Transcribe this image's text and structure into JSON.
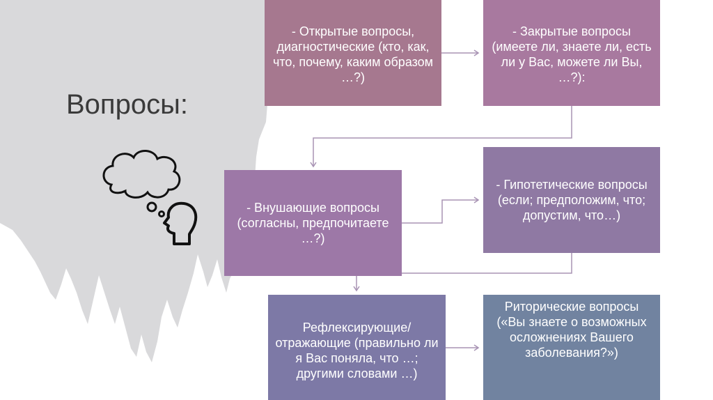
{
  "title": "Вопросы:",
  "boxes": {
    "open": "- Открытые вопросы, диагностические (кто, как, что, почему, каким образом …?)",
    "closed": "- Закрытые вопросы (имеете ли, знаете ли, есть ли у Вас, можете ли Вы, …?):",
    "suggestive": "- Внушающие вопросы (согласны, предпочитаете …?)",
    "hypothetical": "- Гипотетические вопросы (если; предположим, что; допустим, что…)",
    "reflective": "Рефлексирующие/отражающие (правильно ли я Вас поняла, что …; другими словами …)",
    "rhetorical": "Риторические вопросы («Вы знаете о возможных осложнениях Вашего заболевания?»)"
  },
  "colors": {
    "open": "#a6788f",
    "closed": "#a8799f",
    "suggestive": "#9d78a7",
    "hypothetical": "#8f79a3",
    "reflective": "#7d79a6",
    "rhetorical": "#7183a0",
    "connector": "#a893b4"
  },
  "icons": {
    "thinking": "thinking-head-icon"
  }
}
